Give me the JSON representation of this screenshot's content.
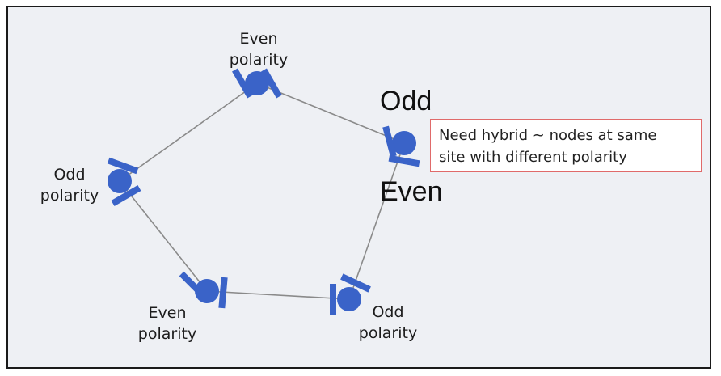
{
  "colors": {
    "node": "#3a63c8",
    "edge": "#8a8a8a",
    "note_border": "#e06a6a"
  },
  "nodes": [
    {
      "id": "top",
      "label": [
        "Even",
        "polarity"
      ]
    },
    {
      "id": "right",
      "top_label": "Odd",
      "bottom_label": "Even"
    },
    {
      "id": "bottom-right",
      "label": [
        "Odd",
        "polarity"
      ]
    },
    {
      "id": "bottom-left",
      "label": [
        "Even",
        "polarity"
      ]
    },
    {
      "id": "left",
      "label": [
        "Odd",
        "polarity"
      ]
    }
  ],
  "note": {
    "lines": [
      "Need hybrid ~ nodes at same",
      "site with different polarity"
    ]
  }
}
